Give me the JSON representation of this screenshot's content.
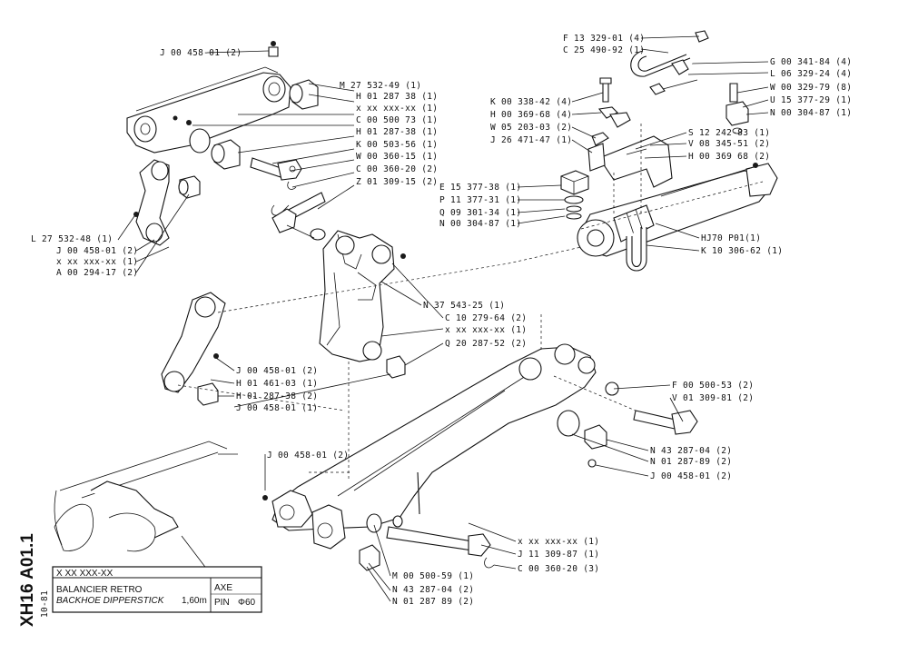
{
  "drawing": {
    "code": "XH16 A01.1",
    "date": "10-81"
  },
  "title_block": {
    "ref": "X XX XXX-XX",
    "name_fr": "BALANCIER RETRO",
    "name_en": "BACKHOE DIPPERSTICK",
    "length": "1,60m",
    "axe_fr": "AXE",
    "axe_en": "PIN",
    "diameter": "Φ60"
  },
  "callouts": [
    {
      "id": "c1",
      "text": "J 00 458-01 (2)"
    },
    {
      "id": "c2",
      "text": "M 27 532-49 (1)"
    },
    {
      "id": "c3",
      "text": "H 01 287 38 (1)"
    },
    {
      "id": "c4",
      "text": "x xx xxx-xx (1)"
    },
    {
      "id": "c5",
      "text": "C 00 500 73 (1)"
    },
    {
      "id": "c6",
      "text": "H 01 287-38 (1)"
    },
    {
      "id": "c7",
      "text": "K 00 503-56 (1)"
    },
    {
      "id": "c8",
      "text": "W 00 360-15 (1)"
    },
    {
      "id": "c9",
      "text": "C 00 360-20 (2)"
    },
    {
      "id": "c10",
      "text": "Z 01 309-15 (2)"
    },
    {
      "id": "c11",
      "text": "L 27 532-48 (1)"
    },
    {
      "id": "c12",
      "text": "J 00 458-01 (2)"
    },
    {
      "id": "c13",
      "text": "x xx xxx-xx (1)"
    },
    {
      "id": "c14",
      "text": "A 00 294-17 (2)"
    },
    {
      "id": "c15",
      "text": "F 13 329-01 (4)"
    },
    {
      "id": "c16",
      "text": "C 25 490-92 (1)"
    },
    {
      "id": "c17",
      "text": "G 00 341-84 (4)"
    },
    {
      "id": "c18",
      "text": "L 06 329-24 (4)"
    },
    {
      "id": "c19",
      "text": "W 00 329-79 (8)"
    },
    {
      "id": "c20",
      "text": "U 15 377-29 (1)"
    },
    {
      "id": "c21",
      "text": "N 00 304-87 (1)"
    },
    {
      "id": "c22",
      "text": "K 00 338-42 (4)"
    },
    {
      "id": "c23",
      "text": "H 00 369-68 (4)"
    },
    {
      "id": "c24",
      "text": "W 05 203-03 (2)"
    },
    {
      "id": "c25",
      "text": "J 26 471-47 (1)"
    },
    {
      "id": "c26",
      "text": "S 12 242-83 (1)"
    },
    {
      "id": "c27",
      "text": "V 08 345-51 (2)"
    },
    {
      "id": "c28",
      "text": "H 00 369 68 (2)"
    },
    {
      "id": "c29",
      "text": "E 15 377-38 (1)"
    },
    {
      "id": "c30",
      "text": "P 11 377-31 (1)"
    },
    {
      "id": "c31",
      "text": "Q 09 301-34 (1)"
    },
    {
      "id": "c32",
      "text": "N 00 304-87 (1)"
    },
    {
      "id": "c33",
      "text": "HJ70 P01(1)"
    },
    {
      "id": "c34",
      "text": "K 10 306-62 (1)"
    },
    {
      "id": "c35",
      "text": "N 37 543-25 (1)"
    },
    {
      "id": "c36",
      "text": "C 10 279-64 (2)"
    },
    {
      "id": "c37",
      "text": "x xx xxx-xx (1)"
    },
    {
      "id": "c38",
      "text": "Q 20 287-52 (2)"
    },
    {
      "id": "c39",
      "text": "J 00 458-01 (2)"
    },
    {
      "id": "c40",
      "text": "H 01 461-03 (1)"
    },
    {
      "id": "c41",
      "text": "H 01 287-38 (2)"
    },
    {
      "id": "c42",
      "text": "J 00 458-01 (1)"
    },
    {
      "id": "c43",
      "text": "F 00 500-53 (2)"
    },
    {
      "id": "c44",
      "text": "V 01 309-81 (2)"
    },
    {
      "id": "c45",
      "text": "N 43 287-04 (2)"
    },
    {
      "id": "c46",
      "text": "N 01 287-89 (2)"
    },
    {
      "id": "c47",
      "text": "J 00 458-01 (2)"
    },
    {
      "id": "c48",
      "text": "J 00 458-01 (2)"
    },
    {
      "id": "c49",
      "text": "x xx xxx-xx (1)"
    },
    {
      "id": "c50",
      "text": "J 11 309-87 (1)"
    },
    {
      "id": "c51",
      "text": "C 00 360-20 (3)"
    },
    {
      "id": "c52",
      "text": "M 00 500-59 (1)"
    },
    {
      "id": "c53",
      "text": "N 43 287-04 (2)"
    },
    {
      "id": "c54",
      "text": "N 01 287 89 (2)"
    }
  ]
}
